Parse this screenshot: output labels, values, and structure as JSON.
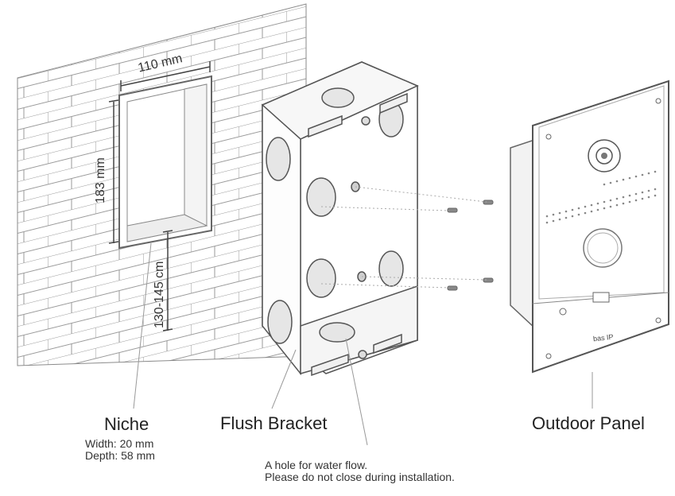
{
  "niche": {
    "title": "Niche",
    "width_text": "Width: 20 mm",
    "depth_text": "Depth: 58 mm",
    "dim_width": "110 mm",
    "dim_height": "183 mm",
    "dim_floor": "130-145 cm"
  },
  "bracket": {
    "title": "Flush Bracket",
    "note_line1": "A hole for water flow.",
    "note_line2": "Please do not close during installation."
  },
  "panel": {
    "title": "Outdoor Panel",
    "brand": "bas IP"
  }
}
